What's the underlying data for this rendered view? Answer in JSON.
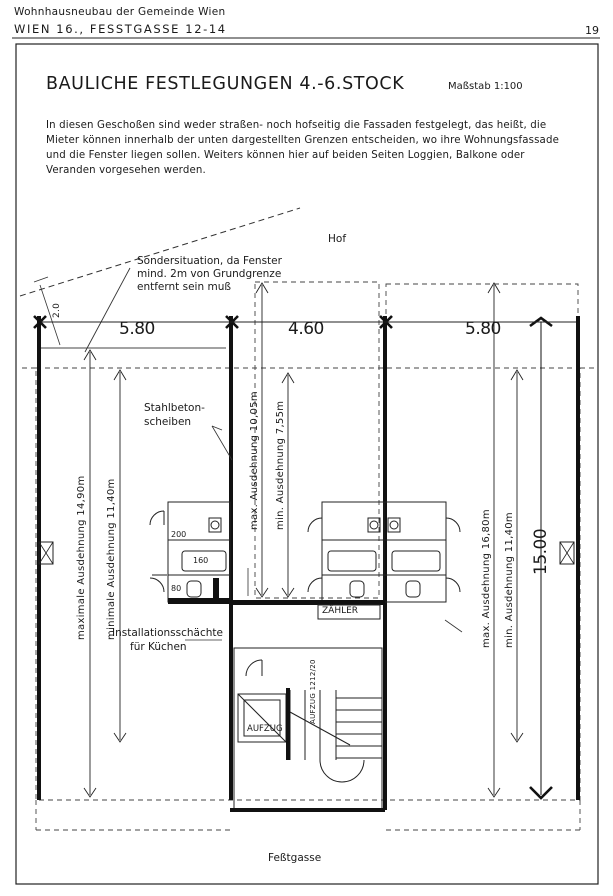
{
  "header": {
    "line1": "Wohnhausneubau der Gemeinde Wien",
    "line2": "WIEN 16., FESSTGASSE 12-14",
    "page_number": "19"
  },
  "title": "BAULICHE FESTLEGUNGEN 4.-6.STOCK",
  "scale": "Maßstab 1:100",
  "description": "In diesen Geschoßen sind weder straßen- noch hofseitig die Fassaden festgelegt, das heißt, die Mieter können innerhalb der unten dargestellten Grenzen entscheiden, wo ihre Wohnungsfassade und die Fenster liegen sollen. Weiters können hier auf beiden Seiten Loggien, Balkone oder Veranden vorgesehen werden.",
  "plan": {
    "hof": "Hof",
    "street": "Feßtgasse",
    "special_note": [
      "Sondersituation, da Fenster",
      "mind. 2m von Grundgrenze",
      "entfernt sein muß"
    ],
    "small_dim": "2.0",
    "widths": [
      "5.80",
      "4.60",
      "5.80"
    ],
    "depth_total": "15.00",
    "walls_note": [
      "Stahlbeton-",
      "scheiben"
    ],
    "shafts_note": [
      "Installationsschächte",
      "für Küchen"
    ],
    "left_max": "maximale Ausdehnung 14,90m",
    "left_min": "minimale Ausdehnung 11,40m",
    "mid_max": "max. Ausdehnung 10,05m",
    "mid_min": "min. Ausdehnung 7,55m",
    "right_max": "max. Ausdehnung 16,80m",
    "right_min": "min. Ausdehnung 11,40m",
    "meter": "ZÄHLER",
    "lift": "AUFZUG",
    "lift_size": "AUFZUG 1212/20",
    "tub_left": "160",
    "room_200": "200",
    "room_80": "80"
  }
}
